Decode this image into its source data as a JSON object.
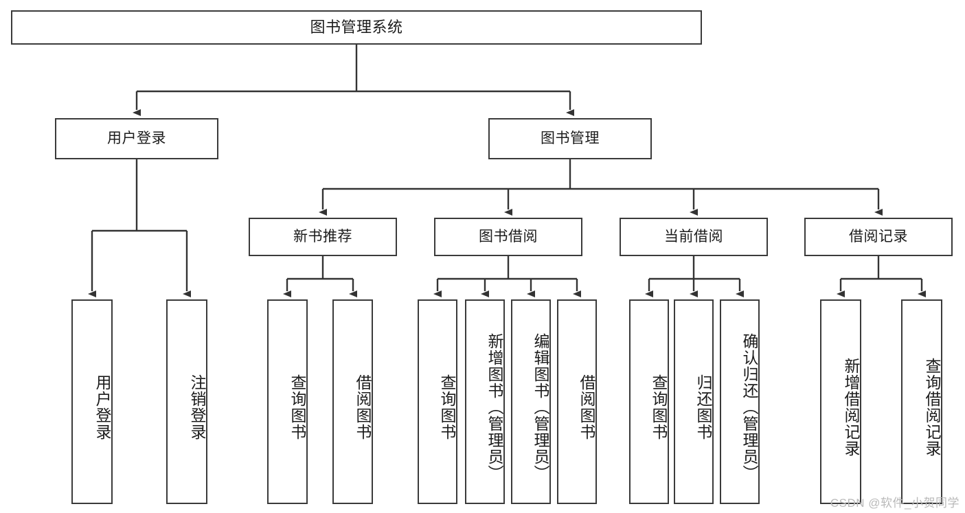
{
  "diagram": {
    "type": "tree-hierarchy-chart",
    "title_node": {
      "id": "root",
      "label": "图书管理系统"
    },
    "level2": [
      {
        "id": "user-login",
        "label": "用户登录"
      },
      {
        "id": "book-manage",
        "label": "图书管理"
      }
    ],
    "level3": [
      {
        "id": "new-book-rec",
        "label": "新书推荐"
      },
      {
        "id": "book-borrow",
        "label": "图书借阅"
      },
      {
        "id": "current-borrow",
        "label": "当前借阅"
      },
      {
        "id": "borrow-record",
        "label": "借阅记录"
      }
    ],
    "leaves": [
      {
        "id": "leaf-user-login",
        "label": "用户登录",
        "parent": "user-login"
      },
      {
        "id": "leaf-logout-login",
        "label": "注销登录",
        "parent": "user-login"
      },
      {
        "id": "leaf-query-book-1",
        "label": "查询图书",
        "parent": "new-book-rec"
      },
      {
        "id": "leaf-borrow-book-1",
        "label": "借阅图书",
        "parent": "new-book-rec"
      },
      {
        "id": "leaf-query-book-2",
        "label": "查询图书",
        "parent": "book-borrow"
      },
      {
        "id": "leaf-add-book",
        "label": "新增图书（管理员）",
        "parent": "book-borrow"
      },
      {
        "id": "leaf-edit-book",
        "label": "编辑图书（管理员）",
        "parent": "book-borrow"
      },
      {
        "id": "leaf-borrow-book-2",
        "label": "借阅图书",
        "parent": "book-borrow"
      },
      {
        "id": "leaf-query-book-3",
        "label": "查询图书",
        "parent": "current-borrow"
      },
      {
        "id": "leaf-return-book",
        "label": "归还图书",
        "parent": "current-borrow"
      },
      {
        "id": "leaf-confirm-return",
        "label": "确认归还（管理员）",
        "parent": "current-borrow"
      },
      {
        "id": "leaf-add-record",
        "label": "新增借阅记录",
        "parent": "borrow-record"
      },
      {
        "id": "leaf-query-record",
        "label": "查询借阅记录",
        "parent": "borrow-record"
      }
    ],
    "colors": {
      "box_border": "#3a3a3a",
      "connector": "#333333",
      "background": "#ffffff",
      "text": "#1b1b1b",
      "watermark": "#b9b9b9"
    }
  },
  "watermark": {
    "text": "CSDN @软件_小贺同学"
  }
}
